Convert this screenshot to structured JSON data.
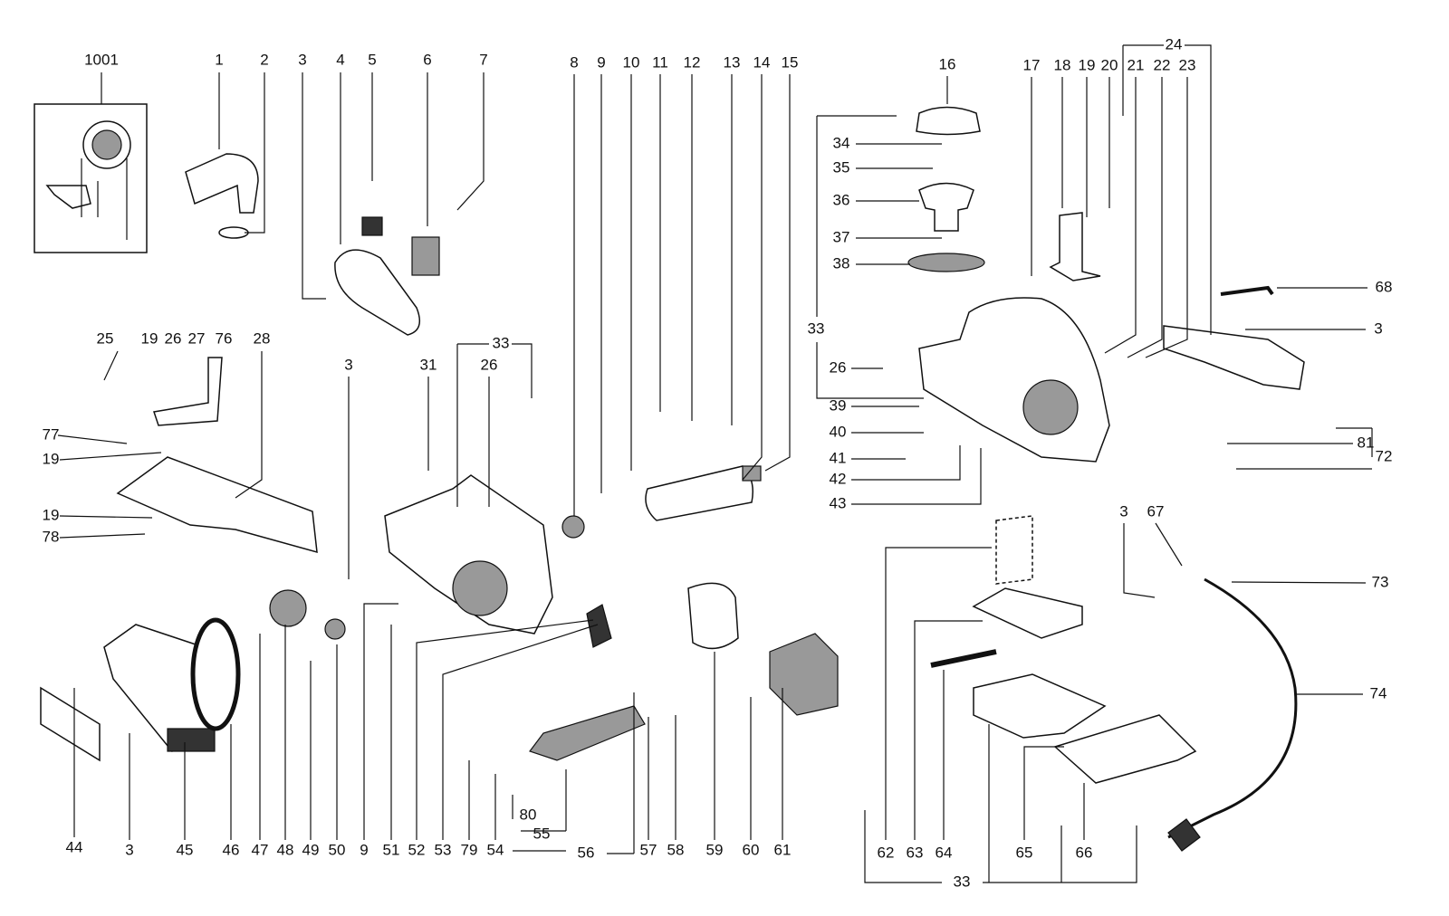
{
  "diagram": {
    "type": "exploded-parts-diagram",
    "callouts": [
      "1001",
      "1",
      "2",
      "3",
      "4",
      "5",
      "6",
      "7",
      "8",
      "9",
      "10",
      "11",
      "12",
      "13",
      "14",
      "15",
      "16",
      "17",
      "18",
      "19",
      "20",
      "21",
      "22",
      "23",
      "24",
      "34",
      "35",
      "36",
      "37",
      "38",
      "33",
      "26",
      "39",
      "40",
      "41",
      "42",
      "43",
      "68",
      "3",
      "81",
      "72",
      "25",
      "19",
      "26",
      "27",
      "76",
      "28",
      "77",
      "19",
      "19",
      "78",
      "3",
      "31",
      "26",
      "33",
      "44",
      "3",
      "45",
      "46",
      "47",
      "48",
      "49",
      "50",
      "9",
      "51",
      "52",
      "53",
      "79",
      "54",
      "80",
      "55",
      "56",
      "57",
      "58",
      "59",
      "60",
      "61",
      "62",
      "63",
      "64",
      "65",
      "66",
      "33",
      "3",
      "67",
      "73",
      "74"
    ]
  }
}
